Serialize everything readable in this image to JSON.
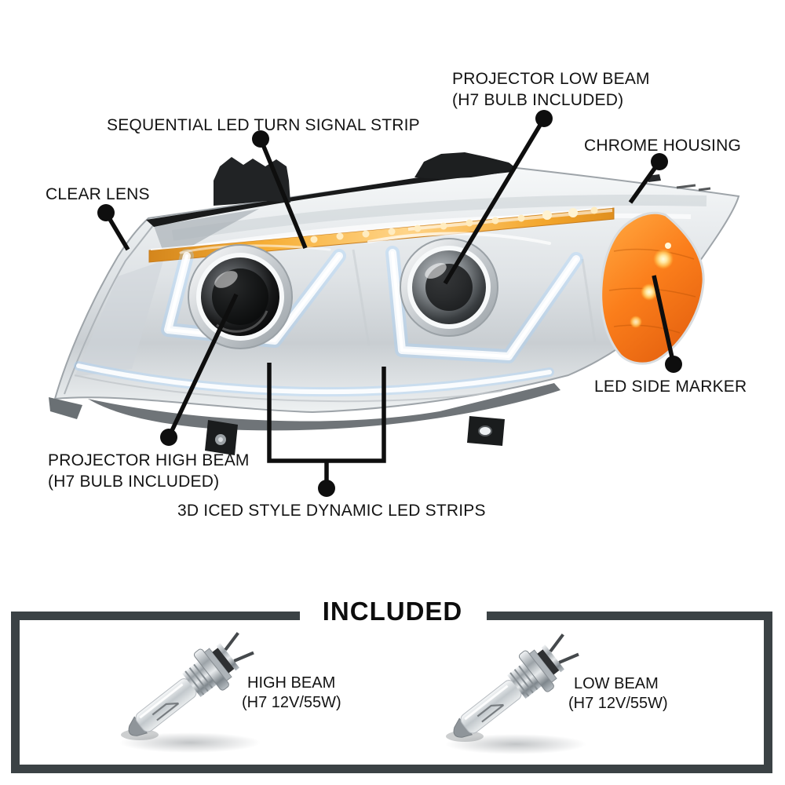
{
  "callouts": {
    "clear_lens": {
      "label": "CLEAR LENS"
    },
    "sequential_led_turn_signal_strip": {
      "label": "SEQUENTIAL LED TURN SIGNAL STRIP"
    },
    "projector_low_beam": {
      "label": "PROJECTOR LOW BEAM",
      "sublabel": "(H7 BULB INCLUDED)"
    },
    "chrome_housing": {
      "label": "CHROME HOUSING"
    },
    "led_side_marker": {
      "label": "LED SIDE MARKER"
    },
    "projector_high_beam": {
      "label": "PROJECTOR HIGH BEAM",
      "sublabel": "(H7 BULB INCLUDED)"
    },
    "dynamic_led_strips": {
      "label": "3D ICED STYLE DYNAMIC LED STRIPS"
    }
  },
  "included_panel": {
    "title": "INCLUDED",
    "items": [
      {
        "name": "HIGH BEAM",
        "spec": "(H7 12V/55W)"
      },
      {
        "name": "LOW BEAM",
        "spec": "(H7 12V/55W)"
      }
    ]
  },
  "colors": {
    "label_text": "#131313",
    "callout_line": "#0e0e0e",
    "panel_border": "#3b4245",
    "turn_signal_amber": "#f6ae35",
    "side_marker_orange": "#fb7e1b",
    "chrome_light": "#e9edef",
    "trim_black": "#1a1b1c"
  }
}
